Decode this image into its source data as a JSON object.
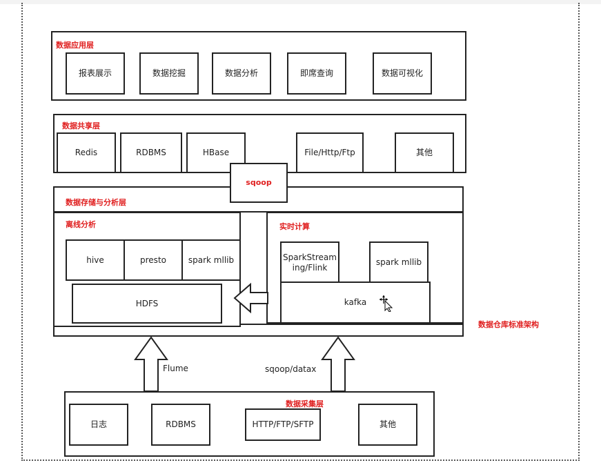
{
  "layers": {
    "application": {
      "title": "数据应用层",
      "items": [
        "报表展示",
        "数据挖掘",
        "数据分析",
        "即席查询",
        "数据可视化"
      ]
    },
    "sharing": {
      "title": "数据共享层",
      "items": [
        "Redis",
        "RDBMS",
        "HBase",
        "File/Http/Ftp",
        "其他"
      ]
    },
    "sqoop": "sqoop",
    "storage": {
      "title": "数据存储与分析层",
      "offline": {
        "title": "离线分析",
        "items": [
          "hive",
          "presto",
          "spark mllib"
        ],
        "storage": "HDFS"
      },
      "realtime": {
        "title": "实时计算",
        "items": [
          "SparkStream\ning/Flink",
          "spark mllib"
        ],
        "queue": "kafka"
      }
    },
    "collection": {
      "title": "数据采集层",
      "items": [
        "日志",
        "RDBMS",
        "HTTP/FTP/SFTP",
        "其他"
      ]
    }
  },
  "arrows": {
    "left_label": "Flume",
    "right_label": "sqoop/datax"
  },
  "side_title": "数据仓库标准架构",
  "colors": {
    "title": "#e02020",
    "border": "#222222"
  }
}
